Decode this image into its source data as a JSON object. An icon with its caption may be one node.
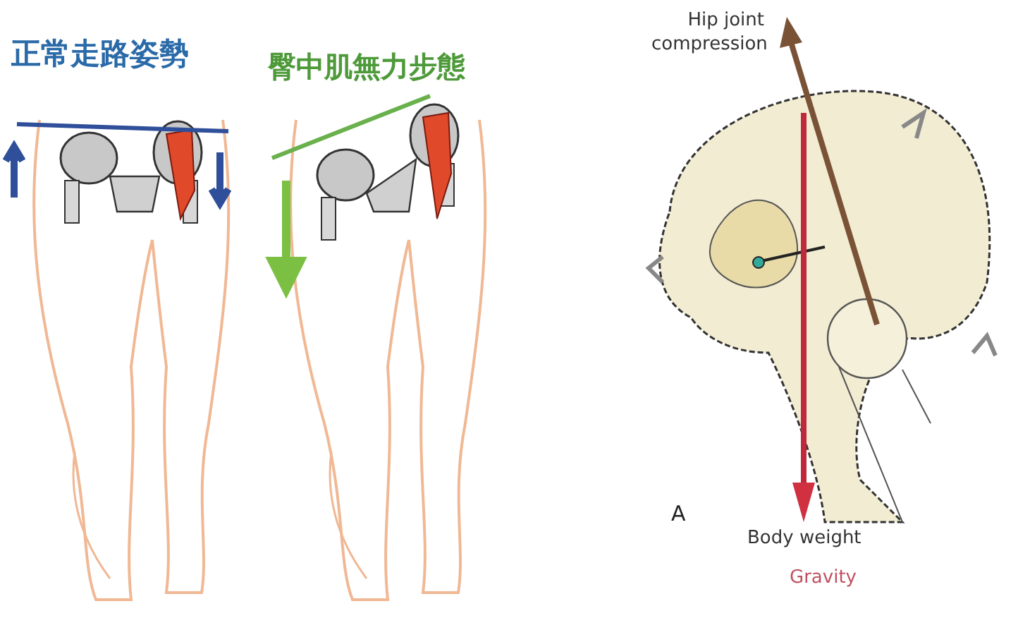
{
  "diagram": {
    "labels": [
      "正常走路姿勢",
      "臀中肌無力步態",
      "Hip joint compression",
      "A",
      "Body weight",
      "Gravity"
    ]
  }
}
